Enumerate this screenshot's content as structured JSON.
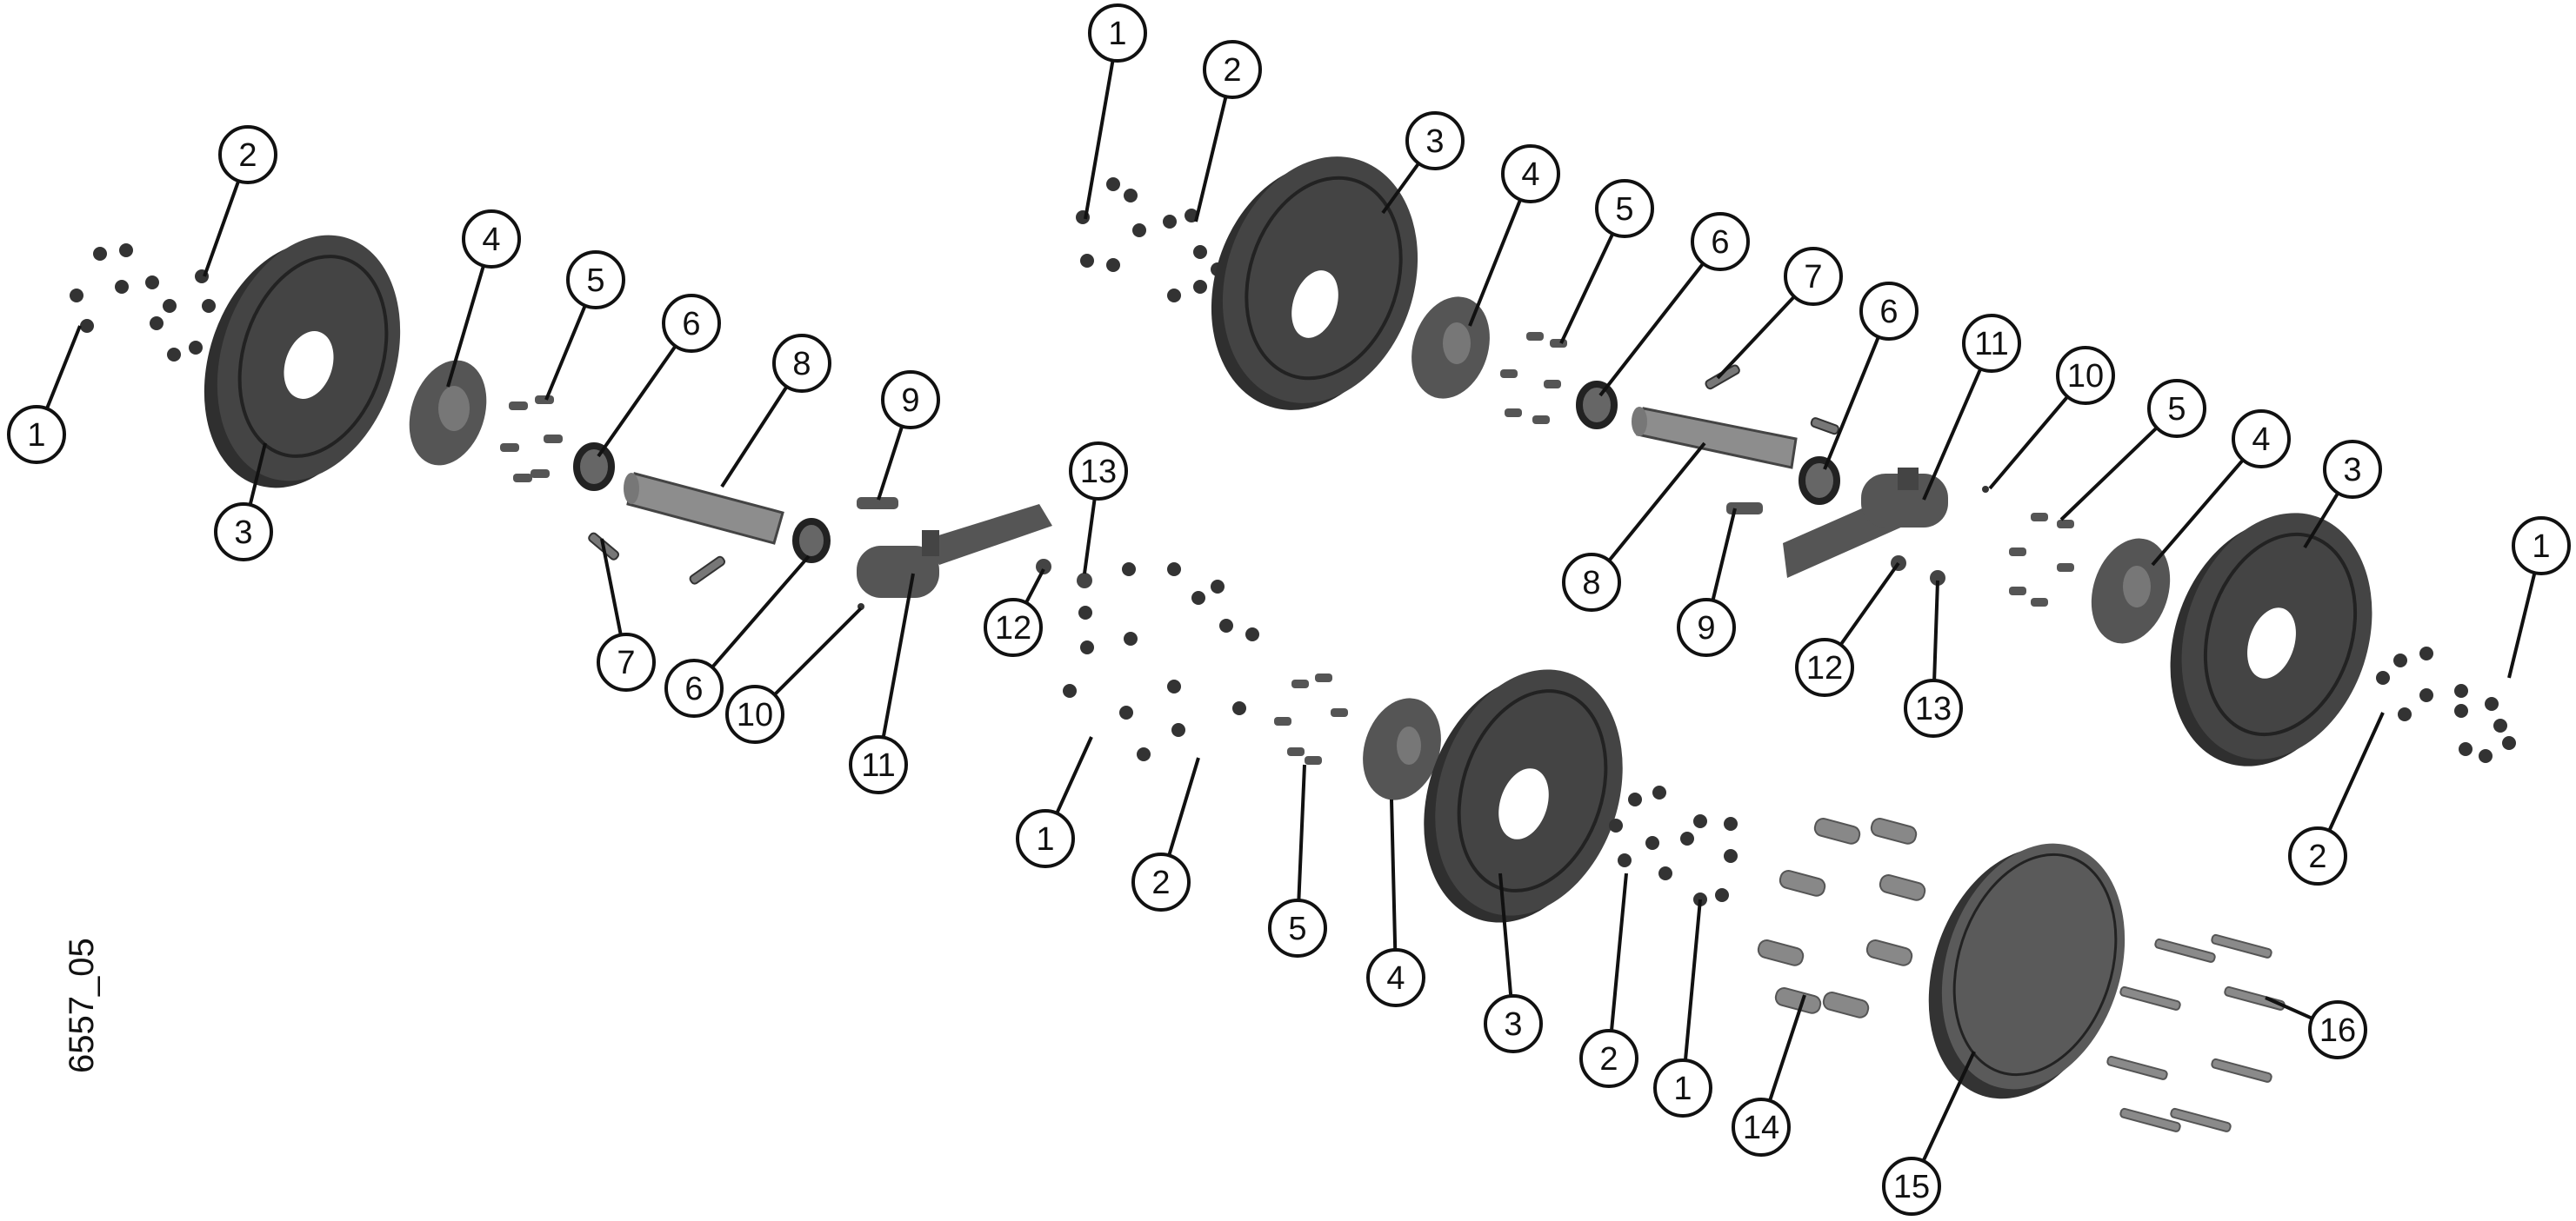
{
  "figure": {
    "reference_code": "6557_05",
    "colors": {
      "part_dark": "#3a3a3a",
      "part_mid": "#6e6e6e",
      "part_light": "#9a9a9a",
      "ink": "#111111"
    }
  },
  "callouts": [
    {
      "number": "1"
    },
    {
      "number": "2"
    },
    {
      "number": "3"
    },
    {
      "number": "4"
    },
    {
      "number": "5"
    },
    {
      "number": "6"
    },
    {
      "number": "8"
    },
    {
      "number": "9"
    },
    {
      "number": "7"
    },
    {
      "number": "6"
    },
    {
      "number": "10"
    },
    {
      "number": "11"
    },
    {
      "number": "12"
    },
    {
      "number": "13"
    },
    {
      "number": "1"
    },
    {
      "number": "2"
    },
    {
      "number": "3"
    },
    {
      "number": "4"
    },
    {
      "number": "5"
    },
    {
      "number": "6"
    },
    {
      "number": "7"
    },
    {
      "number": "6"
    },
    {
      "number": "11"
    },
    {
      "number": "10"
    },
    {
      "number": "5"
    },
    {
      "number": "4"
    },
    {
      "number": "3"
    },
    {
      "number": "1"
    },
    {
      "number": "2"
    },
    {
      "number": "8"
    },
    {
      "number": "9"
    },
    {
      "number": "12"
    },
    {
      "number": "13"
    },
    {
      "number": "1"
    },
    {
      "number": "2"
    },
    {
      "number": "5"
    },
    {
      "number": "4"
    },
    {
      "number": "3"
    },
    {
      "number": "2"
    },
    {
      "number": "1"
    },
    {
      "number": "14"
    },
    {
      "number": "15"
    },
    {
      "number": "16"
    }
  ]
}
